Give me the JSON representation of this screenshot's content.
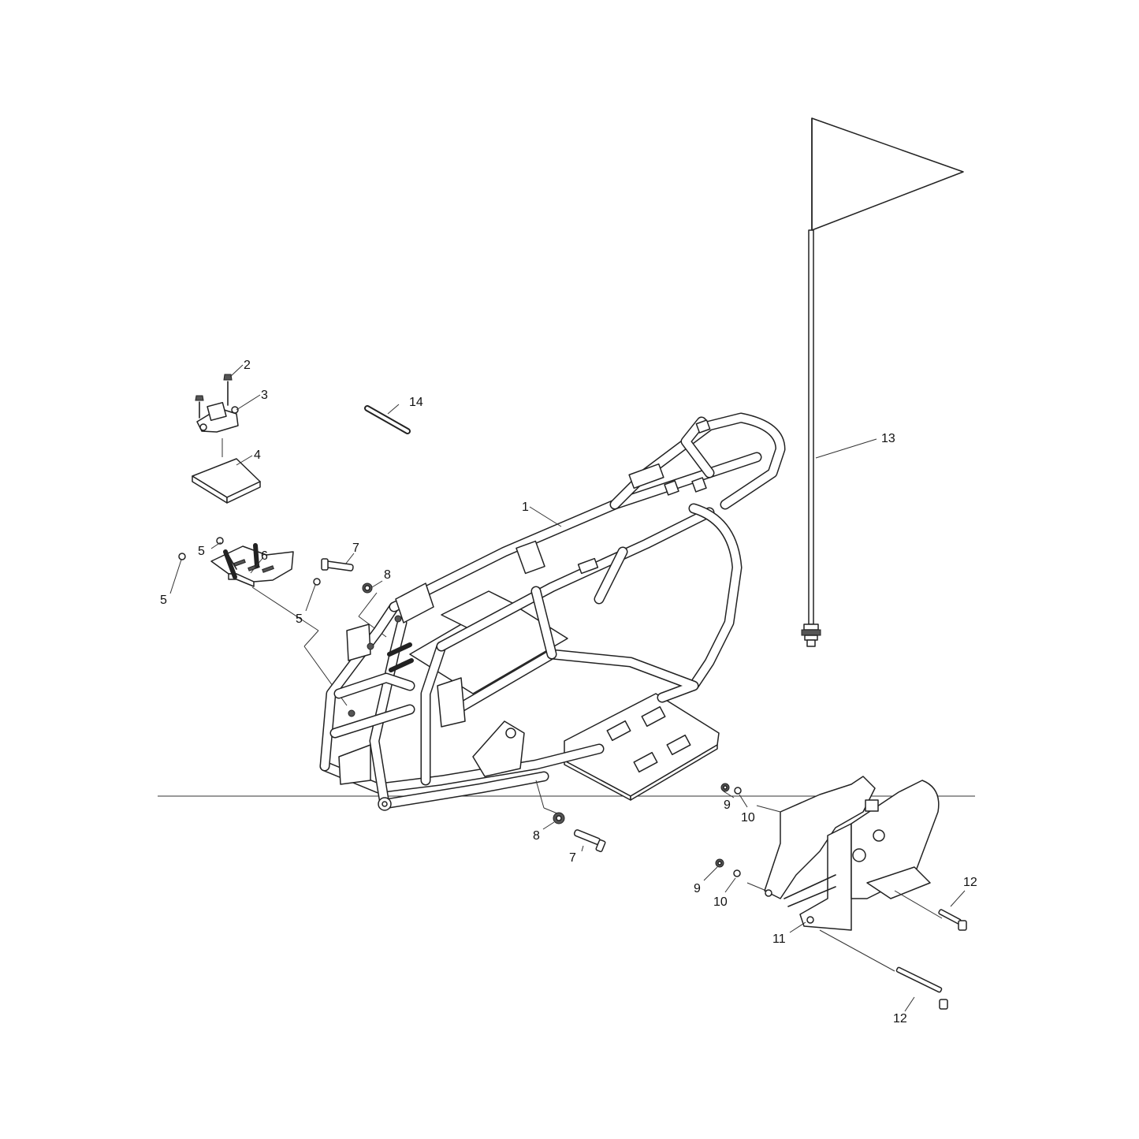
{
  "callouts": {
    "c1": "1",
    "c2": "2",
    "c3": "3",
    "c4": "4",
    "c5a": "5",
    "c5b": "5",
    "c5c": "5",
    "c6": "6",
    "c7a": "7",
    "c7b": "7",
    "c8a": "8",
    "c8b": "8",
    "c9a": "9",
    "c9b": "9",
    "c10a": "10",
    "c10b": "10",
    "c11": "11",
    "c12a": "12",
    "c12b": "12",
    "c13": "13",
    "c14": "14"
  }
}
